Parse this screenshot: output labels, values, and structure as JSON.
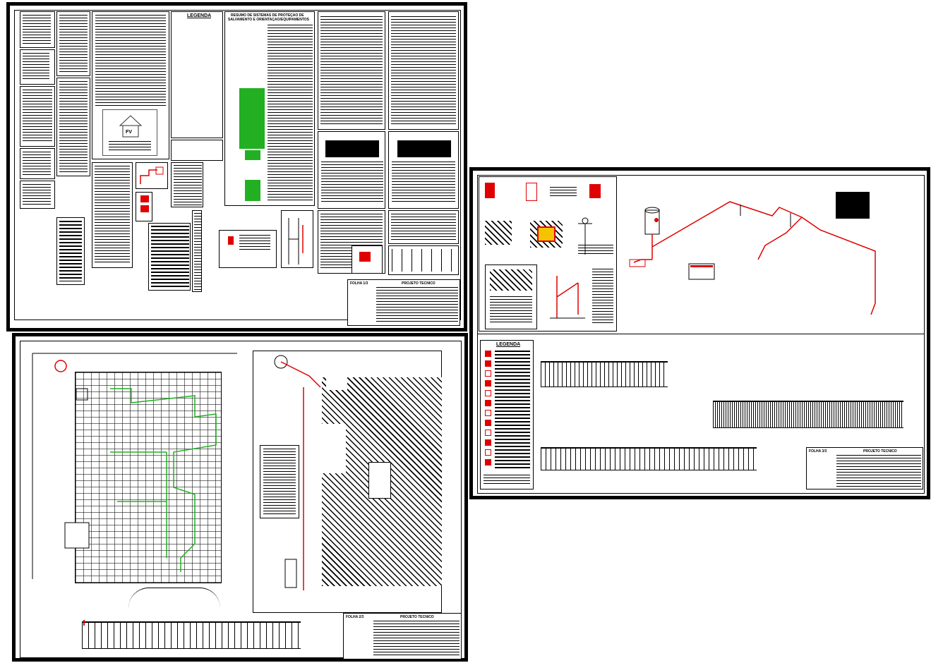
{
  "sheet1": {
    "legend_title": "LEGENDA",
    "summary_title_line1": "RESUMO DE SISTEMAS DE PROTEÇÃO DE",
    "summary_title_line2": "SALVAMENTO E ORIENTAÇÃO/EQUIPAMENTOS",
    "logo_text": "FV",
    "stamp_prancha": "FOLHA 1/3",
    "stamp_projeto": "PROJETO TÉCNICO"
  },
  "sheet2": {
    "legend_title": "LEGENDA",
    "stamp_prancha": "FOLHA 3/3",
    "stamp_projeto": "PROJETO TÉCNICO"
  },
  "sheet3": {
    "stamp_prancha": "FOLHA 2/3",
    "stamp_projeto": "PROJETO TÉCNICO"
  },
  "colors": {
    "line": "#000000",
    "fire": "#e00000",
    "exit": "#22b022"
  }
}
